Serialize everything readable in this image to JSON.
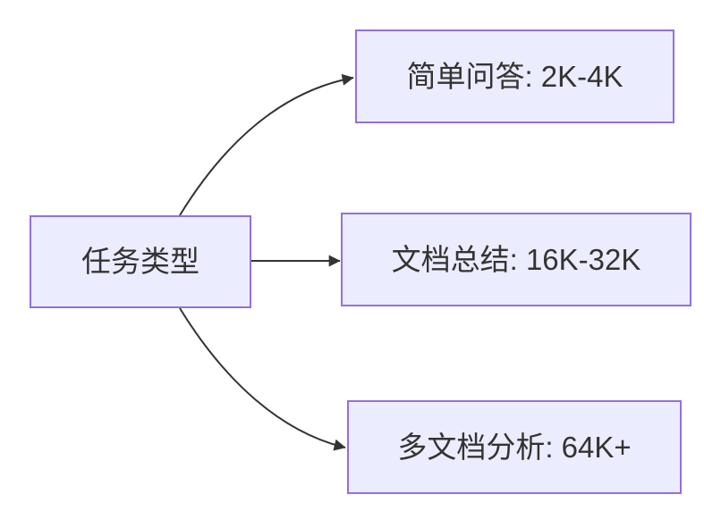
{
  "diagram": {
    "type": "flowchart-left-to-right",
    "nodes": [
      {
        "id": "task-type",
        "label": "任务类型"
      },
      {
        "id": "simple-qa",
        "label": "简单问答: 2K-4K"
      },
      {
        "id": "doc-summary",
        "label": "文档总结: 16K-32K"
      },
      {
        "id": "multi-doc",
        "label": "多文档分析: 64K+"
      }
    ],
    "edges": [
      {
        "from": "task-type",
        "to": "simple-qa",
        "style": "curved-up",
        "arrow": "solid-triangle"
      },
      {
        "from": "task-type",
        "to": "doc-summary",
        "style": "straight",
        "arrow": "solid-triangle"
      },
      {
        "from": "task-type",
        "to": "multi-doc",
        "style": "curved-down",
        "arrow": "solid-triangle"
      }
    ],
    "colors": {
      "node_fill": "#ECECFF",
      "node_border": "#9370DB",
      "edge": "#333333",
      "text": "#333333",
      "background": "#FFFFFF"
    }
  }
}
